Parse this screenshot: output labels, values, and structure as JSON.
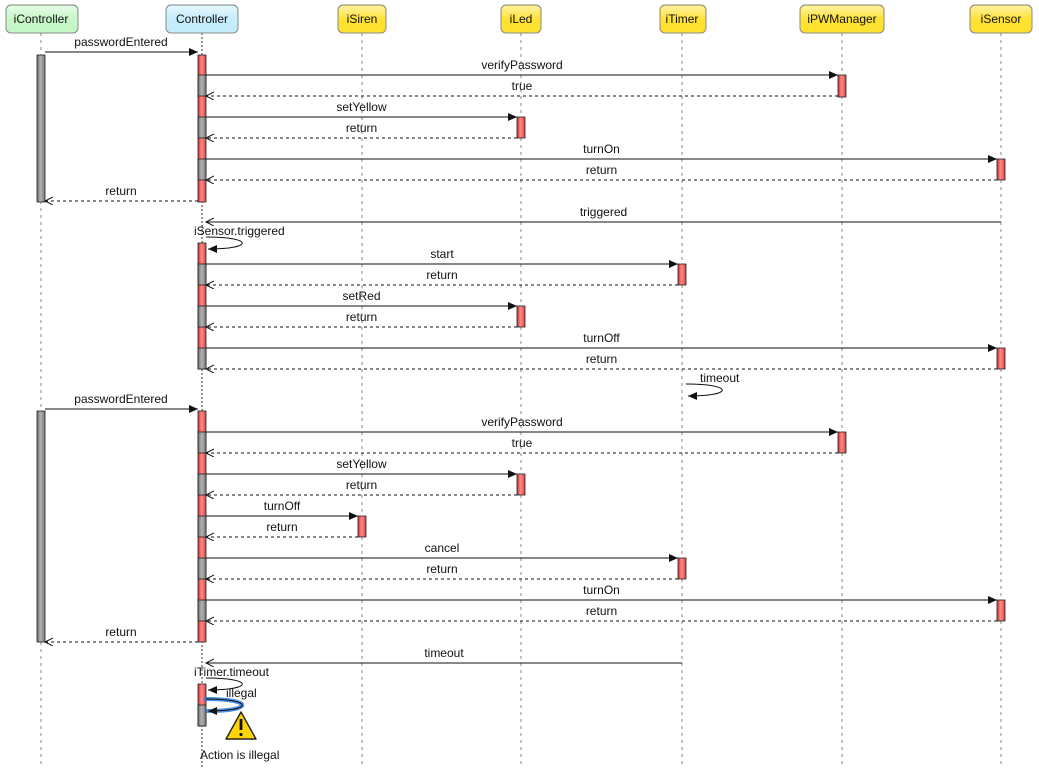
{
  "participants": [
    {
      "name": "iController",
      "fill": "#c6f7c6"
    },
    {
      "name": "Controller",
      "fill": "#c4ecfb"
    },
    {
      "name": "iSiren",
      "fill": "#ffe12f"
    },
    {
      "name": "iLed",
      "fill": "#ffe12f"
    },
    {
      "name": "iTimer",
      "fill": "#ffe12f"
    },
    {
      "name": "iPWManager",
      "fill": "#ffe12f"
    },
    {
      "name": "iSensor",
      "fill": "#ffe12f"
    }
  ],
  "messages": [
    {
      "label": "passwordEntered",
      "from": 0,
      "to": 1,
      "kind": "sync"
    },
    {
      "label": "verifyPassword",
      "from": 1,
      "to": 5,
      "kind": "sync"
    },
    {
      "label": "true",
      "from": 5,
      "to": 1,
      "kind": "return"
    },
    {
      "label": "setYellow",
      "from": 1,
      "to": 3,
      "kind": "sync"
    },
    {
      "label": "return",
      "from": 3,
      "to": 1,
      "kind": "return"
    },
    {
      "label": "turnOn",
      "from": 1,
      "to": 6,
      "kind": "sync"
    },
    {
      "label": "return",
      "from": 6,
      "to": 1,
      "kind": "return"
    },
    {
      "label": "return",
      "from": 1,
      "to": 0,
      "kind": "return"
    },
    {
      "label": "triggered",
      "from": 6,
      "to": 1,
      "kind": "async"
    },
    {
      "label": "iSensor.triggered",
      "from": 1,
      "to": 1,
      "kind": "self"
    },
    {
      "label": "start",
      "from": 1,
      "to": 4,
      "kind": "sync"
    },
    {
      "label": "return",
      "from": 4,
      "to": 1,
      "kind": "return"
    },
    {
      "label": "setRed",
      "from": 1,
      "to": 3,
      "kind": "sync"
    },
    {
      "label": "return",
      "from": 3,
      "to": 1,
      "kind": "return"
    },
    {
      "label": "turnOff",
      "from": 1,
      "to": 6,
      "kind": "sync"
    },
    {
      "label": "return",
      "from": 6,
      "to": 1,
      "kind": "return"
    },
    {
      "label": "timeout",
      "from": 4,
      "to": 4,
      "kind": "self"
    },
    {
      "label": "passwordEntered",
      "from": 0,
      "to": 1,
      "kind": "sync"
    },
    {
      "label": "verifyPassword",
      "from": 1,
      "to": 5,
      "kind": "sync"
    },
    {
      "label": "true",
      "from": 5,
      "to": 1,
      "kind": "return"
    },
    {
      "label": "setYellow",
      "from": 1,
      "to": 3,
      "kind": "sync"
    },
    {
      "label": "return",
      "from": 3,
      "to": 1,
      "kind": "return"
    },
    {
      "label": "turnOff",
      "from": 1,
      "to": 2,
      "kind": "sync"
    },
    {
      "label": "return",
      "from": 2,
      "to": 1,
      "kind": "return"
    },
    {
      "label": "cancel",
      "from": 1,
      "to": 4,
      "kind": "sync"
    },
    {
      "label": "return",
      "from": 4,
      "to": 1,
      "kind": "return"
    },
    {
      "label": "turnOn",
      "from": 1,
      "to": 6,
      "kind": "sync"
    },
    {
      "label": "return",
      "from": 6,
      "to": 1,
      "kind": "return"
    },
    {
      "label": "return",
      "from": 1,
      "to": 0,
      "kind": "return"
    },
    {
      "label": "timeout",
      "from": 4,
      "to": 1,
      "kind": "async"
    },
    {
      "label": "iTimer.timeout",
      "from": 1,
      "to": 1,
      "kind": "self"
    },
    {
      "label": "illegal",
      "from": 1,
      "to": 1,
      "kind": "illegal"
    }
  ],
  "warning": {
    "icon": "warning-triangle-icon",
    "text": "Action is illegal"
  },
  "colors": {
    "activation_red": "#f06a6a",
    "activation_gray": "#8f8f8f",
    "illegal_highlight": "#2a7de1",
    "warning_yellow": "#ffd400"
  }
}
